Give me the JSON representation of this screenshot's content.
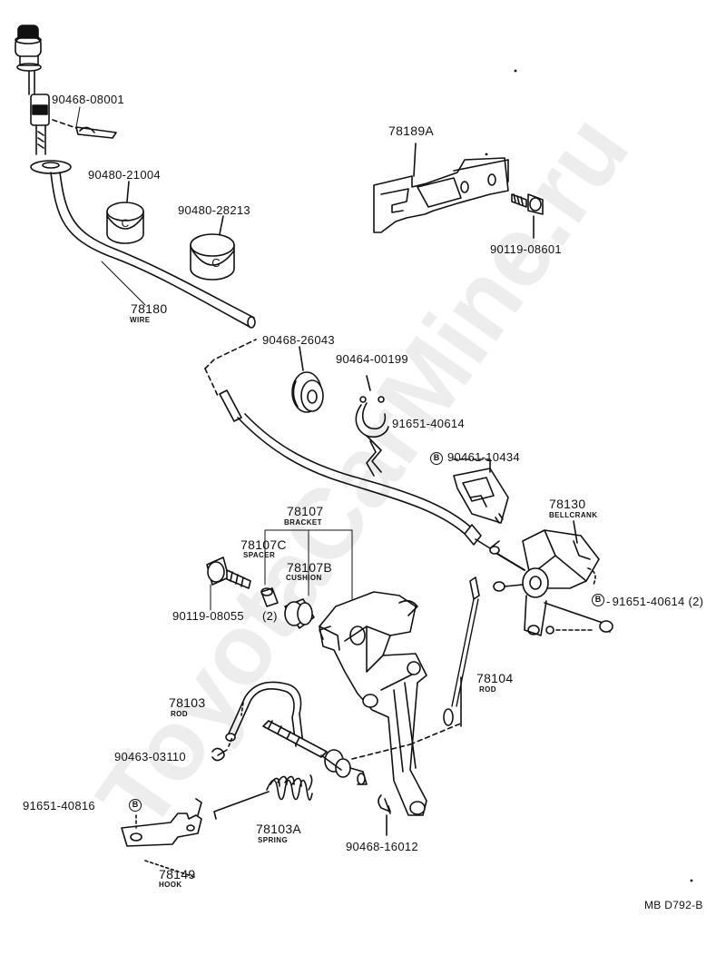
{
  "watermark": "ToyotaCarMine.ru",
  "diagram_code": "MB D792-B",
  "parts": {
    "p90468_08001": "90468-08001",
    "p90480_21004": "90480-21004",
    "p90480_28213": "90480-28213",
    "p78189A": "78189A",
    "p90119_08601": "90119-08601",
    "p78180": "78180",
    "p78180_sub": "WIRE",
    "p90468_26043": "90468-26043",
    "p90464_00199": "90464-00199",
    "p91651_40614": "91651-40614",
    "p90461_10434": "90461-10434",
    "p78130": "78130",
    "p78130_sub": "BELLCRANK",
    "p91651_40614_2": "91651-40614 (2)",
    "p78107": "78107",
    "p78107_sub": "BRACKET",
    "p78107C": "78107C",
    "p78107C_sub": "SPACER",
    "p78107B": "78107B",
    "p78107B_sub": "CUSHION",
    "p90119_08055": "90119-08055",
    "qty_2": "(2)",
    "p78104": "78104",
    "p78104_sub": "ROD",
    "p78103": "78103",
    "p78103_sub": "ROD",
    "p90463_03110": "90463-03110",
    "p91651_40816": "91651-40816",
    "p78103A": "78103A",
    "p78103A_sub": "SPRING",
    "p90468_16012": "90468-16012",
    "p78149": "78149",
    "p78149_sub": "HOOK"
  },
  "bolt_badge": "B"
}
